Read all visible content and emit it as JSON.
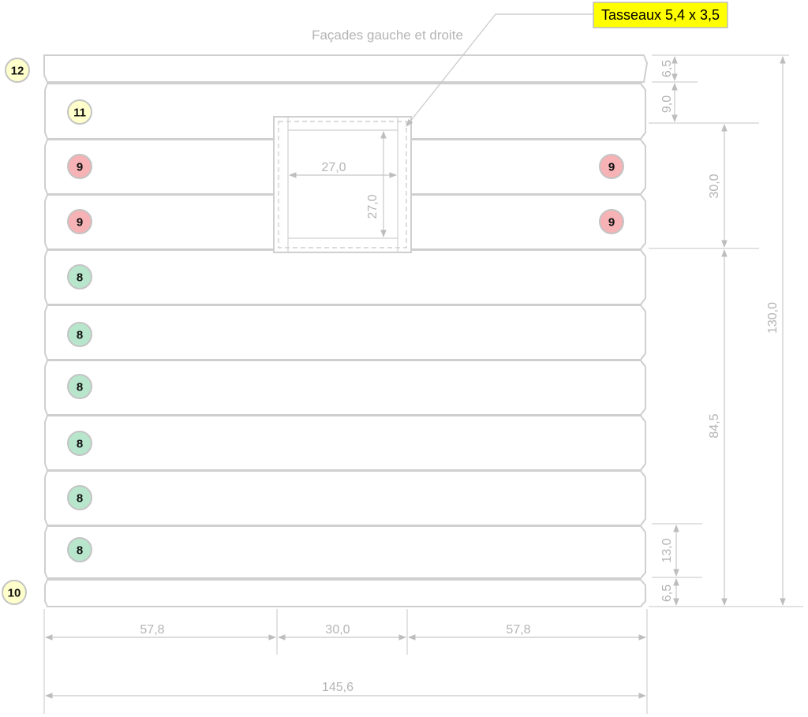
{
  "title": "Façades gauche et droite",
  "callout": "Tasseaux 5,4 x 3,5",
  "colors": {
    "outline": "#cfcfcf",
    "dimension": "#c8c8c8",
    "callout_fill": "#ffff00",
    "badge_yellow": "#ffffcc",
    "badge_red": "#f6b2b4",
    "badge_green": "#b8e6cc"
  },
  "badges": [
    {
      "label": "12",
      "color": "badge_yellow"
    },
    {
      "label": "11",
      "color": "badge_yellow"
    },
    {
      "label": "9",
      "color": "badge_red"
    },
    {
      "label": "9",
      "color": "badge_red"
    },
    {
      "label": "9",
      "color": "badge_red"
    },
    {
      "label": "9",
      "color": "badge_red"
    },
    {
      "label": "8",
      "color": "badge_green"
    },
    {
      "label": "8",
      "color": "badge_green"
    },
    {
      "label": "8",
      "color": "badge_green"
    },
    {
      "label": "8",
      "color": "badge_green"
    },
    {
      "label": "8",
      "color": "badge_green"
    },
    {
      "label": "8",
      "color": "badge_green"
    },
    {
      "label": "10",
      "color": "badge_yellow"
    }
  ],
  "dimensions": {
    "window_width": "27,0",
    "window_height": "27,0",
    "right_top_strip": "6,5",
    "right_second_strip": "9,0",
    "right_window_zone": "30,0",
    "right_lower_zone": "84,5",
    "right_total": "130,0",
    "right_last_plank": "13,0",
    "right_bottom_strip": "6,5",
    "bottom_left": "57,8",
    "bottom_middle": "30,0",
    "bottom_right": "57,8",
    "bottom_total": "145,6"
  }
}
